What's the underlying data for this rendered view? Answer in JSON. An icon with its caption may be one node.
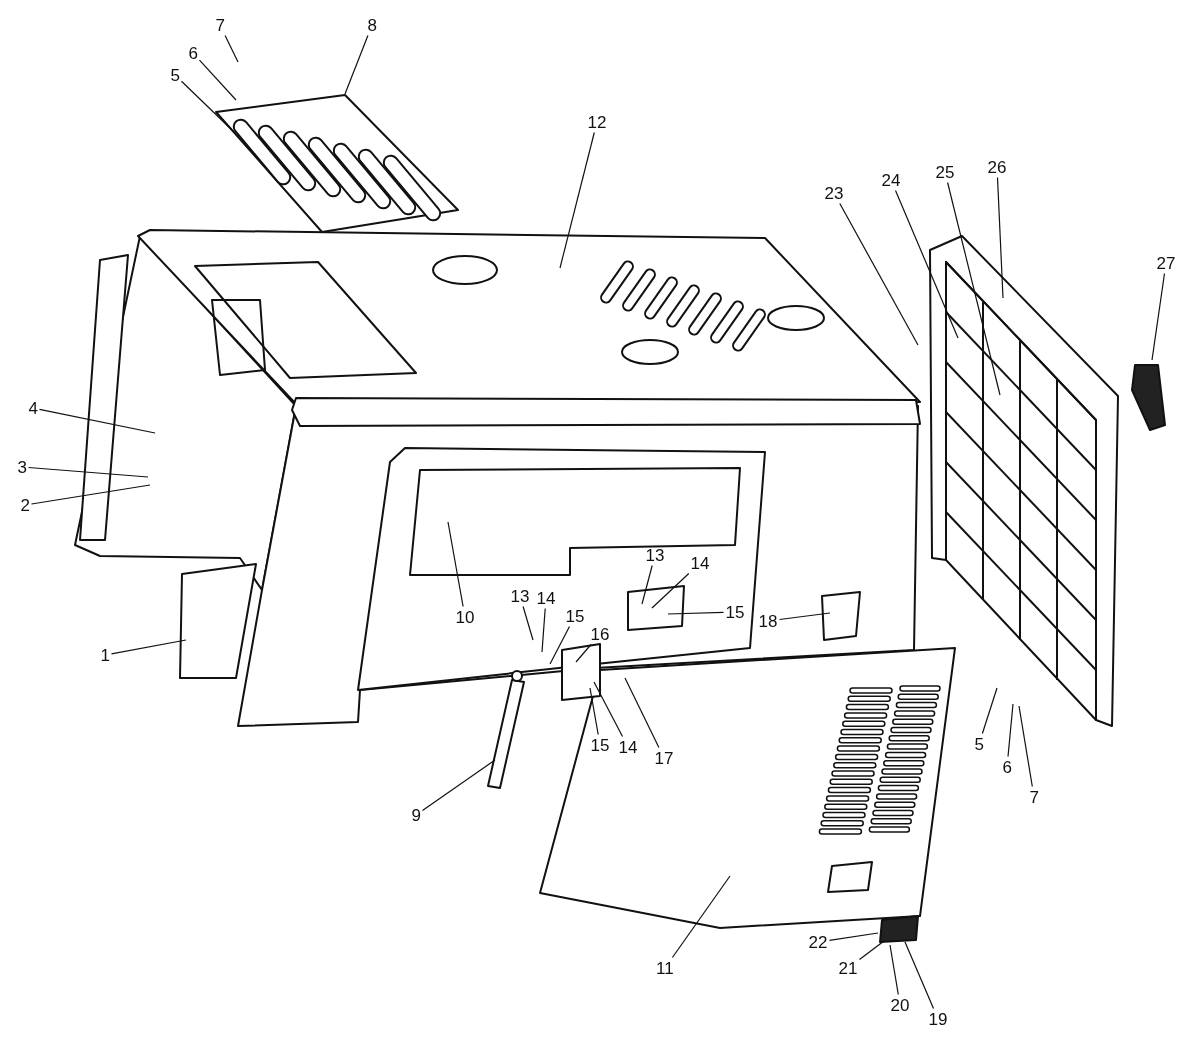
{
  "diagram": {
    "nodes": [
      {
        "text": [
          "7"
        ]
      },
      {
        "text": [
          "8"
        ]
      },
      {
        "text": [
          "6"
        ]
      },
      {
        "text": [
          "5"
        ]
      },
      {
        "text": [
          "12"
        ]
      },
      {
        "text": [
          "25"
        ]
      },
      {
        "text": [
          "26"
        ]
      },
      {
        "text": [
          "24"
        ]
      },
      {
        "text": [
          "23"
        ]
      },
      {
        "text": [
          "27"
        ]
      },
      {
        "text": [
          "4"
        ]
      },
      {
        "text": [
          "3"
        ]
      },
      {
        "text": [
          "2"
        ]
      },
      {
        "text": [
          "13"
        ]
      },
      {
        "text": [
          "14"
        ]
      },
      {
        "text": [
          "13"
        ]
      },
      {
        "text": [
          "14"
        ]
      },
      {
        "text": [
          "15"
        ]
      },
      {
        "text": [
          "10"
        ]
      },
      {
        "text": [
          "15"
        ]
      },
      {
        "text": [
          "18"
        ]
      },
      {
        "text": [
          "16"
        ]
      },
      {
        "text": [
          "1"
        ]
      },
      {
        "text": [
          "15"
        ]
      },
      {
        "text": [
          "14"
        ]
      },
      {
        "text": [
          "17"
        ]
      },
      {
        "text": [
          "5"
        ]
      },
      {
        "text": [
          "6"
        ]
      },
      {
        "text": [
          "7"
        ]
      },
      {
        "text": [
          "9"
        ]
      },
      {
        "text": [
          "11"
        ]
      },
      {
        "text": [
          "22"
        ]
      },
      {
        "text": [
          "21"
        ]
      },
      {
        "text": [
          "20"
        ]
      },
      {
        "text": [
          "19"
        ]
      }
    ],
    "edges": [
      {
        "from": 0,
        "to": null,
        "arrow": "none"
      },
      {
        "from": 1,
        "to": null,
        "arrow": "none"
      },
      {
        "from": 2,
        "to": null,
        "arrow": "none"
      },
      {
        "from": 3,
        "to": null,
        "arrow": "none"
      },
      {
        "from": 4,
        "to": null,
        "arrow": "none"
      },
      {
        "from": 5,
        "to": null,
        "arrow": "none"
      },
      {
        "from": 6,
        "to": null,
        "arrow": "none"
      },
      {
        "from": 7,
        "to": null,
        "arrow": "none"
      },
      {
        "from": 8,
        "to": null,
        "arrow": "none"
      },
      {
        "from": 9,
        "to": null,
        "arrow": "none"
      },
      {
        "from": 10,
        "to": null,
        "arrow": "none"
      },
      {
        "from": 11,
        "to": null,
        "arrow": "none"
      },
      {
        "from": 12,
        "to": null,
        "arrow": "none"
      },
      {
        "from": 13,
        "to": null,
        "arrow": "none"
      },
      {
        "from": 14,
        "to": null,
        "arrow": "none"
      },
      {
        "from": 15,
        "to": null,
        "arrow": "none"
      },
      {
        "from": 16,
        "to": null,
        "arrow": "none"
      },
      {
        "from": 17,
        "to": null,
        "arrow": "none"
      },
      {
        "from": 18,
        "to": null,
        "arrow": "none"
      },
      {
        "from": 19,
        "to": null,
        "arrow": "none"
      },
      {
        "from": 20,
        "to": null,
        "arrow": "none"
      },
      {
        "from": 21,
        "to": null,
        "arrow": "none"
      },
      {
        "from": 22,
        "to": null,
        "arrow": "none"
      },
      {
        "from": 23,
        "to": null,
        "arrow": "none"
      },
      {
        "from": 24,
        "to": null,
        "arrow": "none"
      },
      {
        "from": 25,
        "to": null,
        "arrow": "none"
      },
      {
        "from": 26,
        "to": null,
        "arrow": "none"
      },
      {
        "from": 27,
        "to": null,
        "arrow": "none"
      },
      {
        "from": 28,
        "to": null,
        "arrow": "none"
      },
      {
        "from": 29,
        "to": null,
        "arrow": "none"
      },
      {
        "from": 30,
        "to": null,
        "arrow": "none"
      },
      {
        "from": 31,
        "to": null,
        "arrow": "none"
      },
      {
        "from": 32,
        "to": null,
        "arrow": "none"
      },
      {
        "from": 33,
        "to": null,
        "arrow": "none"
      },
      {
        "from": 34,
        "to": null,
        "arrow": "none"
      }
    ]
  }
}
